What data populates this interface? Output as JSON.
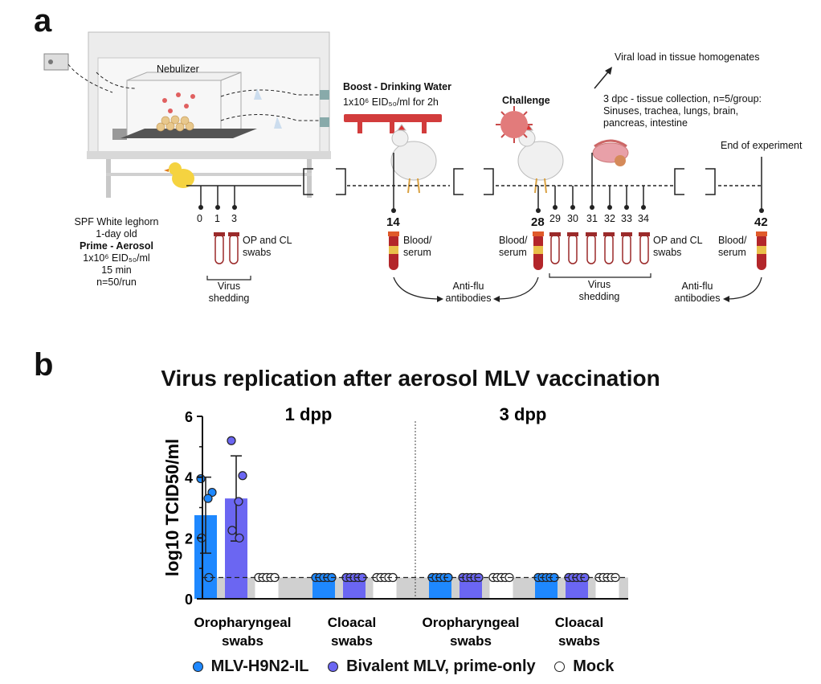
{
  "panel_a": {
    "label": "a",
    "nebulizer": "Nebulizer",
    "chick_info": [
      "SPF White leghorn",
      "1-day old"
    ],
    "prime_title": "Prime - Aerosol",
    "prime_dose": "1x10⁶ EID₅₀/ml",
    "prime_time": "15 min",
    "prime_n": "n=50/run",
    "boost_title": "Boost - Drinking Water",
    "boost_dose": "1x10⁶ EID₅₀/ml for 2h",
    "challenge": "Challenge",
    "viral_load": "Viral load in tissue homogenates",
    "tissue_lines": [
      "3 dpc - tissue collection, n=5/group:",
      "Sinuses, trachea, lungs, brain,",
      "pancreas, intestine"
    ],
    "end_experiment": "End of experiment",
    "days_early": [
      "0",
      "1",
      "3"
    ],
    "day_14": "14",
    "day_28": "28",
    "days_post": [
      "29",
      "30",
      "31",
      "32",
      "33",
      "34"
    ],
    "day_42": "42",
    "op_cl_swabs_1": [
      "OP and CL",
      "swabs"
    ],
    "op_cl_swabs_2": [
      "OP and CL",
      "swabs"
    ],
    "blood_serum_1": [
      "Blood/",
      "serum"
    ],
    "blood_serum_2": [
      "Blood/",
      "serum"
    ],
    "blood_serum_3": [
      "Blood/",
      "serum"
    ],
    "virus_shedding_1": [
      "Virus",
      "shedding"
    ],
    "virus_shedding_2": [
      "Virus",
      "shedding"
    ],
    "anti_flu_1": [
      "Anti-flu",
      "antibodies"
    ],
    "anti_flu_2": [
      "Anti-flu",
      "antibodies"
    ]
  },
  "panel_b": {
    "label": "b"
  },
  "chart_data": {
    "type": "bar",
    "title": "Virus replication after aerosol MLV vaccination",
    "ylabel": "log10 TCID50/ml",
    "ylim": [
      0,
      6
    ],
    "yticks": [
      "0",
      "2",
      "4",
      "6"
    ],
    "facets": [
      "1 dpp",
      "3 dpp"
    ],
    "categories": [
      [
        "Oropharyngeal",
        "swabs"
      ],
      [
        "Cloacal",
        "swabs"
      ],
      [
        "Oropharyngeal",
        "swabs"
      ],
      [
        "Cloacal",
        "swabs"
      ]
    ],
    "limit_of_detection": 0.7,
    "series": [
      {
        "name": "MLV-H9N2-IL",
        "color": "#1e88ff",
        "values": [
          2.75,
          0.7,
          0.7,
          0.7
        ],
        "sd": [
          1.25,
          0,
          0,
          0
        ],
        "points": [
          [
            3.95,
            3.5,
            3.3,
            2.0,
            0.7
          ],
          [
            0.7,
            0.7,
            0.7,
            0.7,
            0.7
          ],
          [
            0.7,
            0.7,
            0.7,
            0.7,
            0.7
          ],
          [
            0.7,
            0.7,
            0.7,
            0.7,
            0.7
          ]
        ]
      },
      {
        "name": "Bivalent MLV, prime-only",
        "color": "#6b66f2",
        "values": [
          3.3,
          0.7,
          0.7,
          0.7
        ],
        "sd": [
          1.4,
          0,
          0,
          0
        ],
        "points": [
          [
            5.2,
            4.05,
            3.2,
            2.25,
            2.0
          ],
          [
            0.7,
            0.7,
            0.7,
            0.7,
            0.7
          ],
          [
            0.7,
            0.7,
            0.7,
            0.7,
            0.7
          ],
          [
            0.7,
            0.7,
            0.7,
            0.7,
            0.7
          ]
        ]
      },
      {
        "name": "Mock",
        "color": "#ffffff",
        "values": [
          0.7,
          0.7,
          0.7,
          0.7
        ],
        "sd": [
          0,
          0,
          0,
          0
        ],
        "points": [
          [
            0.7,
            0.7,
            0.7,
            0.7,
            0.7
          ],
          [
            0.7,
            0.7,
            0.7,
            0.7,
            0.7
          ],
          [
            0.7,
            0.7,
            0.7,
            0.7,
            0.7
          ],
          [
            0.7,
            0.7,
            0.7,
            0.7,
            0.7
          ]
        ]
      }
    ],
    "legend": [
      "MLV-H9N2-IL",
      "Bivalent MLV, prime-only",
      "Mock"
    ],
    "legend_position": "bottom"
  }
}
